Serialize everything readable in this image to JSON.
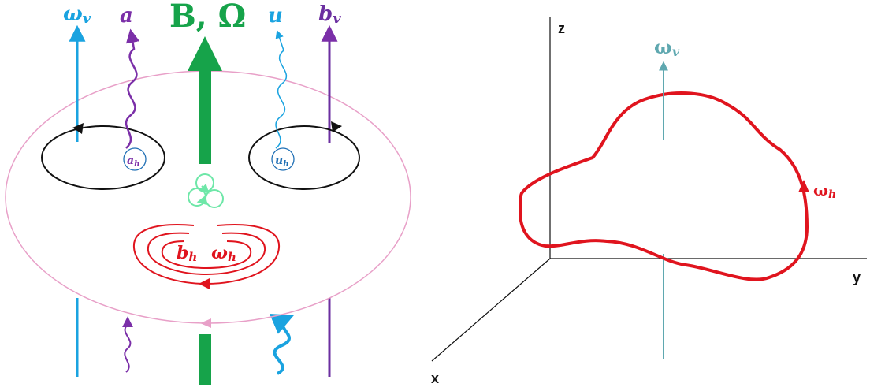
{
  "left_panel": {
    "labels": {
      "omega_v": "ω",
      "omega_v_sub": "v",
      "a": "a",
      "field": "B, Ω",
      "u": "u",
      "b_v": "b",
      "b_v_sub": "v",
      "a_h": "a",
      "a_h_sub": "h",
      "u_h": "u",
      "u_h_sub": "h",
      "b_h": "b",
      "b_h_sub": "h",
      "omega_h": "ω",
      "omega_h_sub": "h"
    },
    "colors": {
      "omega_v": "#1aa3e0",
      "a": "#7b2fa8",
      "field": "#16a34a",
      "u": "#1aa3e0",
      "b_v": "#6b2fa0",
      "current_loop": "#e0141e",
      "ellipse": "#e8a0c8",
      "vortex_loops": "#111111",
      "knot": "#6ee7a8"
    }
  },
  "right_panel": {
    "axes": {
      "z": "z",
      "y": "y",
      "x": "x"
    },
    "labels": {
      "omega_v": "ω",
      "omega_v_sub": "v",
      "omega_h": "ω",
      "omega_h_sub": "h"
    },
    "colors": {
      "axis": "#111111",
      "vertical_vortex": "#5fa8b0",
      "loop": "#e0141e"
    }
  }
}
